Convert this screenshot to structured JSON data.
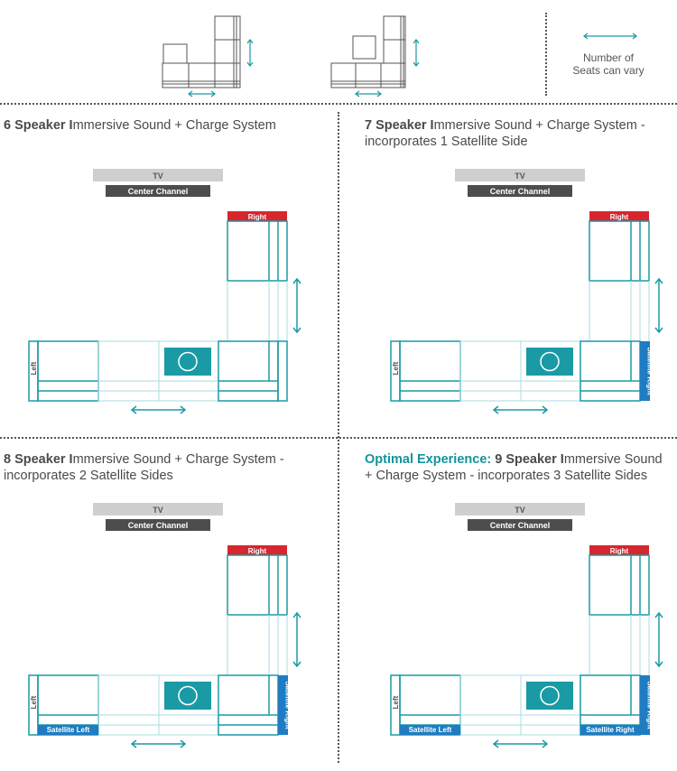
{
  "legend": {
    "text_line1": "Number of",
    "text_line2": "Seats can vary"
  },
  "labels": {
    "tv": "TV",
    "center_channel": "Center Channel",
    "right": "Right",
    "left": "Left",
    "satellite_left": "Satellite Left",
    "satellite_right": "Satellite Right"
  },
  "panels": [
    {
      "title_bold": "6 Speaker I",
      "title_rest": "mmersive Sound + Charge System",
      "title_prefix": ""
    },
    {
      "title_bold": "7 Speaker I",
      "title_rest": "mmersive Sound + Charge System - incorporates 1 Satellite Side",
      "title_prefix": ""
    },
    {
      "title_bold": "8 Speaker I",
      "title_rest": "mmersive Sound + Charge System - incorporates 2 Satellite Sides",
      "title_prefix": ""
    },
    {
      "title_prefix": "Optimal Experience:",
      "title_bold": " 9 Speaker I",
      "title_rest": "mmersive Sound + Charge System - incorporates 3 Satellite Sides"
    }
  ],
  "colors": {
    "teal": "#1a9aa5",
    "teal_light": "#a9dde2",
    "red_speaker": "#d7262d",
    "blue_speaker": "#1f7cc2",
    "dark_speaker": "#4d4d4f",
    "tv_gray": "#cfcfcf",
    "sketch_gray": "#555555"
  }
}
